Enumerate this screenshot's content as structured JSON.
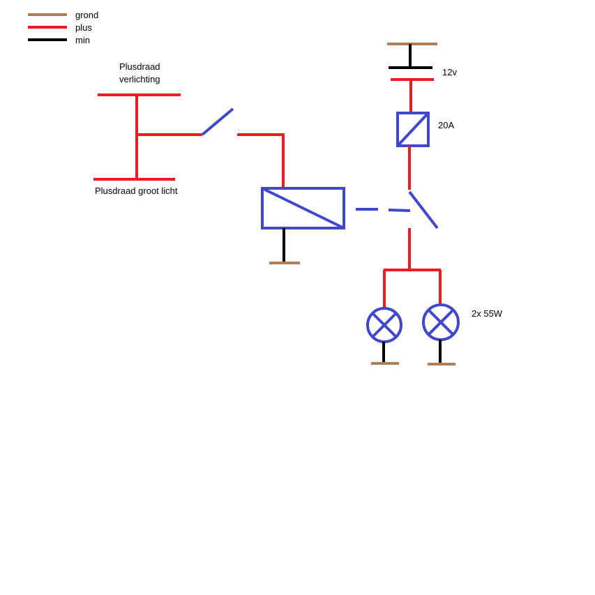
{
  "colors": {
    "ground": "#b07d55",
    "plus": "#ec1c24",
    "min": "#000000",
    "component": "#3f48cc",
    "background": "#ffffff"
  },
  "legend": [
    {
      "label": "grond",
      "color_key": "ground"
    },
    {
      "label": "plus",
      "color_key": "plus"
    },
    {
      "label": "min",
      "color_key": "min"
    }
  ],
  "labels": {
    "plusdraad_verlichting_line1": "Plusdraad",
    "plusdraad_verlichting_line2": "verlichting",
    "plusdraad_groot_licht": "Plusdraad groot licht",
    "battery": "12v",
    "fuse": "20A",
    "lamps": "2x 55W"
  }
}
